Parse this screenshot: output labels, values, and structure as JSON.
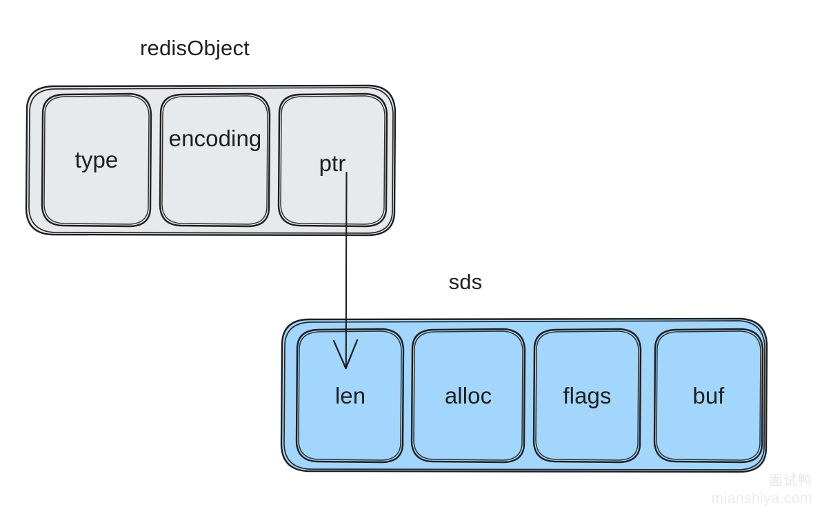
{
  "diagram": {
    "type": "structure-pointer-diagram",
    "background": "#ffffff",
    "stroke_color": "#1e1e1e",
    "structs": [
      {
        "id": "redisObject",
        "title": "redisObject",
        "fill": "#e6eaed",
        "fields": [
          {
            "id": "type",
            "label": "type"
          },
          {
            "id": "encoding",
            "label": "encoding"
          },
          {
            "id": "ptr",
            "label": "ptr"
          }
        ]
      },
      {
        "id": "sds",
        "title": "sds",
        "fill": "#a3d6fc",
        "fields": [
          {
            "id": "len",
            "label": "len"
          },
          {
            "id": "alloc",
            "label": "alloc"
          },
          {
            "id": "flags",
            "label": "flags"
          },
          {
            "id": "buf",
            "label": "buf"
          }
        ]
      }
    ],
    "connector": {
      "id": "ptr-to-len",
      "from": "ptr",
      "to": "len",
      "style": "arrow",
      "color": "#1e1e1e"
    }
  },
  "watermark": {
    "brand": "面试鸭",
    "url": "mianshiya.com"
  }
}
